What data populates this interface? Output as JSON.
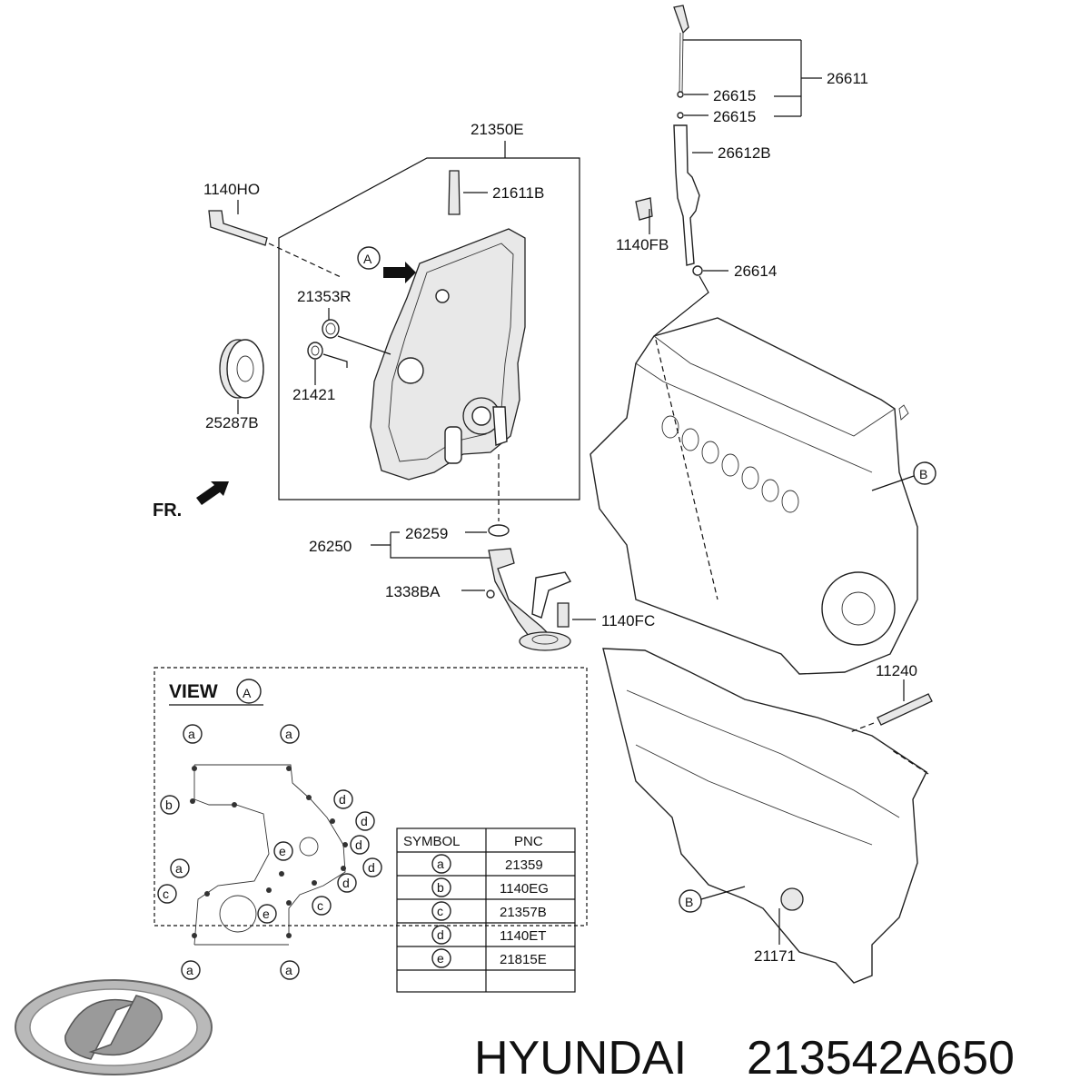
{
  "brand": {
    "wordmark": "HYUNDAI",
    "part_number": "213542A650"
  },
  "callouts": {
    "c26611": "26611",
    "c26615a": "26615",
    "c26615b": "26615",
    "c21350E": "21350E",
    "c26612B": "26612B",
    "c1140HO": "1140HO",
    "c21611B": "21611B",
    "c1140FB": "1140FB",
    "c26614": "26614",
    "c21353R": "21353R",
    "c21421": "21421",
    "c25287B": "25287B",
    "c26259": "26259",
    "c26250": "26250",
    "c1338BA": "1338BA",
    "c1140FC": "1140FC",
    "c11240": "11240",
    "c21171": "21171"
  },
  "markers": {
    "A": "A",
    "B": "B",
    "a": "a",
    "b": "b",
    "c": "c",
    "d": "d",
    "e": "e"
  },
  "front_label": "FR.",
  "view": {
    "title": "VIEW",
    "marker": "A"
  },
  "legend": {
    "headers": [
      "SYMBOL",
      "PNC"
    ],
    "rows": [
      {
        "symbol": "a",
        "pnc": "21359"
      },
      {
        "symbol": "b",
        "pnc": "1140EG"
      },
      {
        "symbol": "c",
        "pnc": "21357B"
      },
      {
        "symbol": "d",
        "pnc": "1140ET"
      },
      {
        "symbol": "e",
        "pnc": "21815E"
      }
    ]
  }
}
